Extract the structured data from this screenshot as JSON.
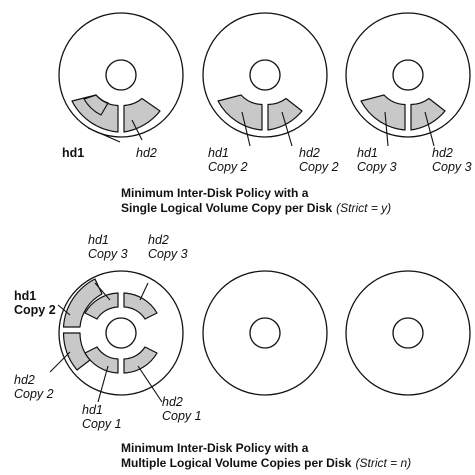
{
  "colors": {
    "segment_fill": "#c8c8c8",
    "outline": "#111111",
    "background": "#ffffff"
  },
  "top": {
    "labels": {
      "d1_hd1": "hd1",
      "d1_hd2": "hd2",
      "d2_hd1_name": "hd1",
      "d2_hd1_copy": "Copy 2",
      "d2_hd2_name": "hd2",
      "d2_hd2_copy": "Copy 2",
      "d3_hd1_name": "hd1",
      "d3_hd1_copy": "Copy 3",
      "d3_hd2_name": "hd2",
      "d3_hd2_copy": "Copy 3"
    },
    "caption": {
      "line1": "Minimum Inter-Disk Policy with a",
      "line2_bold": "Single Logical Volume Copy per Disk",
      "line2_italic": "(Strict = y)"
    }
  },
  "bottom": {
    "labels": {
      "hd1_copy3_name": "hd1",
      "hd1_copy3_copy": "Copy 3",
      "hd2_copy3_name": "hd2",
      "hd2_copy3_copy": "Copy 3",
      "hd1_copy2_name": "hd1",
      "hd1_copy2_copy": "Copy 2",
      "hd2_copy2_name": "hd2",
      "hd2_copy2_copy": "Copy 2",
      "hd1_copy1_name": "hd1",
      "hd1_copy1_copy": "Copy 1",
      "hd2_copy1_name": "hd2",
      "hd2_copy1_copy": "Copy 1"
    },
    "caption": {
      "line1": "Minimum Inter-Disk Policy with a",
      "line2_bold": "Multiple Logical Volume Copies per Disk",
      "line2_italic": "(Strict = n)"
    }
  }
}
